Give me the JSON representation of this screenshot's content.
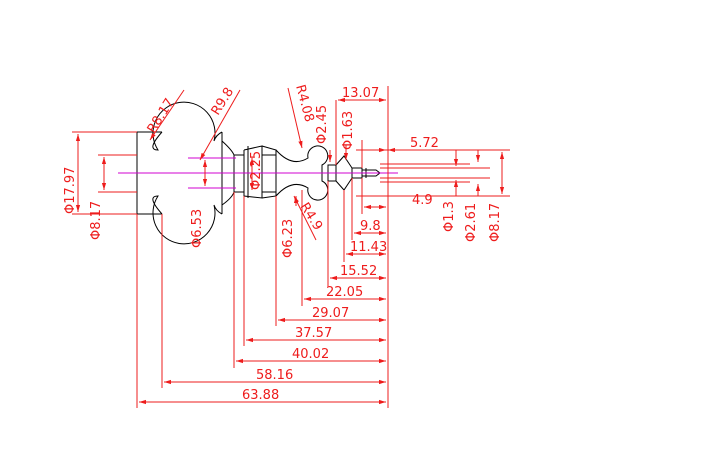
{
  "drawing": {
    "colors": {
      "outline": "#000000",
      "dimension": "#ee1c1c",
      "centerline": "#d000d0",
      "background": "#ffffff"
    },
    "horizontal_dims": [
      "13.07",
      "5.72",
      "4.9",
      "9.8",
      "11.43",
      "15.52",
      "22.05",
      "29.07",
      "37.57",
      "40.02",
      "58.16",
      "63.88"
    ],
    "diameters": [
      "Φ17.97",
      "Φ8.17",
      "Φ6.53",
      "Φ2.25",
      "Φ6.23",
      "Φ2.45",
      "Φ1.63",
      "Φ1.3",
      "Φ2.61",
      "Φ8.17"
    ],
    "radii": [
      "R8.17",
      "R9.8",
      "R4.08",
      "R4.9"
    ]
  }
}
